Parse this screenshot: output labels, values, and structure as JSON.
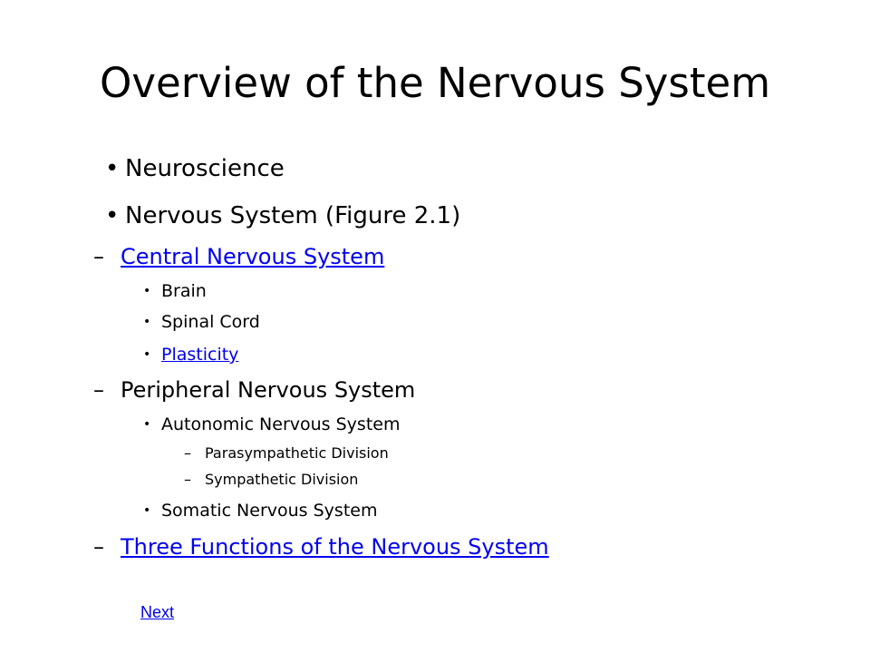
{
  "slide": {
    "title": "Overview of the Nervous System",
    "items": [
      {
        "marker": "•",
        "text": "Neuroscience"
      },
      {
        "marker": "•",
        "text": "Nervous System (Figure 2.1)"
      },
      {
        "marker": "–",
        "text": "Central Nervous System"
      },
      {
        "marker": "•",
        "text": "Brain"
      },
      {
        "marker": "•",
        "text": "Spinal Cord"
      },
      {
        "marker": "•",
        "text": "Plasticity"
      },
      {
        "marker": "–",
        "text": "Peripheral Nervous System"
      },
      {
        "marker": "•",
        "text": "Autonomic  Nervous System"
      },
      {
        "marker": "–",
        "text": "Parasympathetic Division"
      },
      {
        "marker": "–",
        "text": "Sympathetic Division"
      },
      {
        "marker": "•",
        "text": "Somatic Nervous System"
      },
      {
        "marker": "–",
        "text": "Three Functions of the Nervous System"
      }
    ],
    "next_label": "Next",
    "link_color": "#0000ee"
  }
}
